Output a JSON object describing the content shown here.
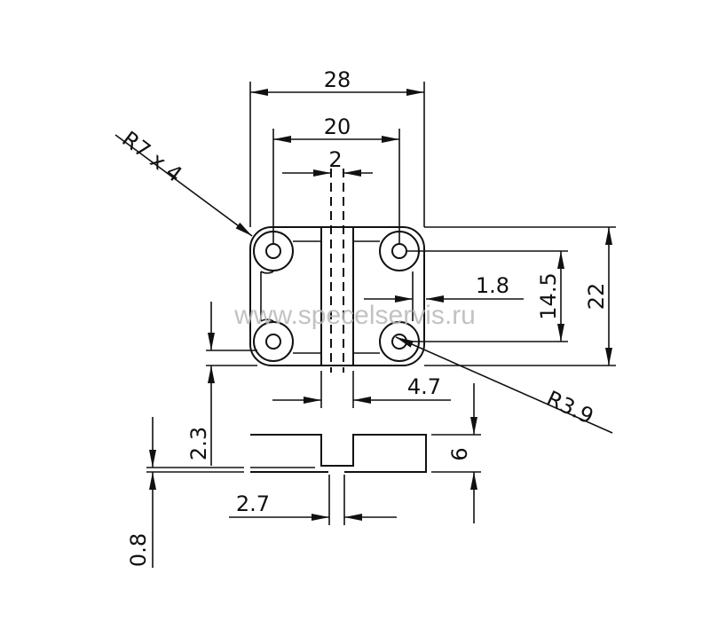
{
  "drawing": {
    "dimensions": {
      "width_total": "28",
      "hole_spacing_x": "20",
      "pin_diameter": "2",
      "corner_radius": "R7 x 4",
      "height_total": "22",
      "hole_spacing_y": "14.5",
      "slot_width": "1.8",
      "hole_radius": "R3.9",
      "knuckle_width": "4.7",
      "offset": "2.3",
      "leaf_thickness": "6",
      "gap": "0.8",
      "pin_slot": "2.7"
    },
    "watermark": "www.specelservis.ru",
    "line_color": "#111111",
    "watermark_color": "#b8b8b8"
  }
}
